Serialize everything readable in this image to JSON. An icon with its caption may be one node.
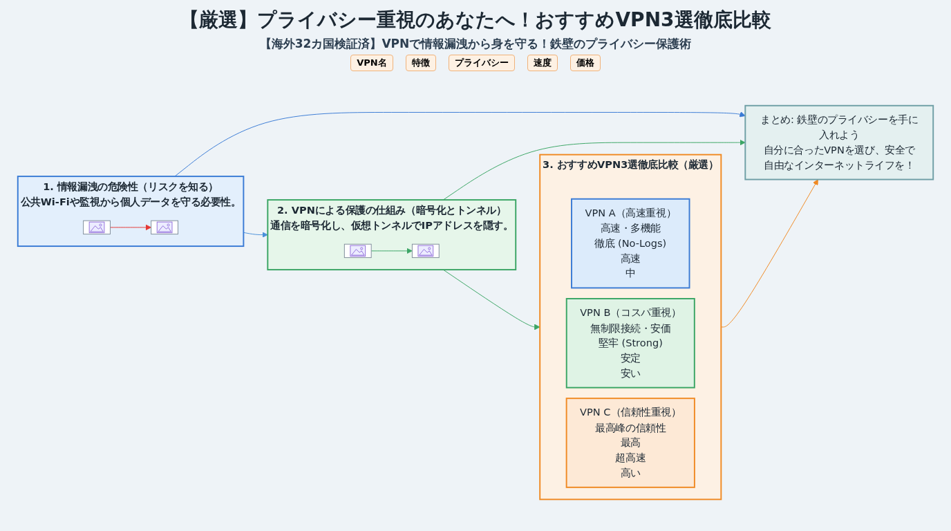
{
  "diagram": {
    "title": "【厳選】プライバシー重視のあなたへ！おすすめVPN3選徹底比較",
    "nodes": [
      {
        "text": [
          "1. 情報漏洩の危険性（リスクを知る）",
          "公共Wi-Fiや監視から個人データを守る必要性。"
        ]
      },
      {
        "text": [],
        "shape": "picture",
        "in": 0
      },
      {
        "text": [],
        "shape": "picture",
        "in": 0
      },
      {
        "text": [
          "2. VPNによる保護の仕組み（暗号化とトンネル）",
          "通信を暗号化し、仮想トンネルでIPアドレスを隠す。"
        ]
      },
      {
        "text": [],
        "shape": "picture",
        "in": 3
      },
      {
        "text": [],
        "shape": "picture",
        "in": 3
      },
      {
        "text": [
          "3. おすすめVPN3選徹底比較（厳選）"
        ]
      },
      {
        "text": [
          "VPN A（高速重視）",
          "高速・多機能",
          "徹底 (No-Logs)",
          "高速",
          "中"
        ],
        "in": 6
      },
      {
        "text": [
          "VPN B（コスパ重視）",
          "無制限接続・安価",
          "堅牢 (Strong)",
          "安定",
          "安い"
        ],
        "in": 6
      },
      {
        "text": [
          "VPN C（信頼性重視）",
          "最高峰の信頼性",
          "最高",
          "超高速",
          "高い"
        ],
        "in": 6
      },
      {
        "text": [
          "まとめ: 鉄壁のプライバシーを手に入れよう",
          "自分に合ったVPNを選び、安全で自由なインターネットライフを！"
        ]
      }
    ],
    "edges": [
      {
        "from": 1,
        "to": 2,
        "arrow": "to",
        "color": "#e53935"
      },
      {
        "from": 4,
        "to": 5,
        "arrow": "to",
        "color": "#3aa564"
      },
      {
        "from": 0,
        "to": 3,
        "arrow": "to",
        "color": "#4a90d9"
      },
      {
        "from": 3,
        "to": 6,
        "arrow": "to",
        "color": "#3aa564"
      },
      {
        "from": 0,
        "to": 10,
        "arrow": "to",
        "color": "#3a7bd5"
      },
      {
        "from": 3,
        "to": 10,
        "arrow": "to",
        "color": "#3aa564"
      },
      {
        "from": 6,
        "to": 10,
        "arrow": "to",
        "color": "#f08a24"
      }
    ],
    "labels": [
      "【海外32カ国検証済】VPNで情報漏洩から身を守る！鉄壁のプライバシー保護術",
      "VPN名",
      "特徴",
      "プライバシー",
      "速度",
      "価格"
    ]
  }
}
